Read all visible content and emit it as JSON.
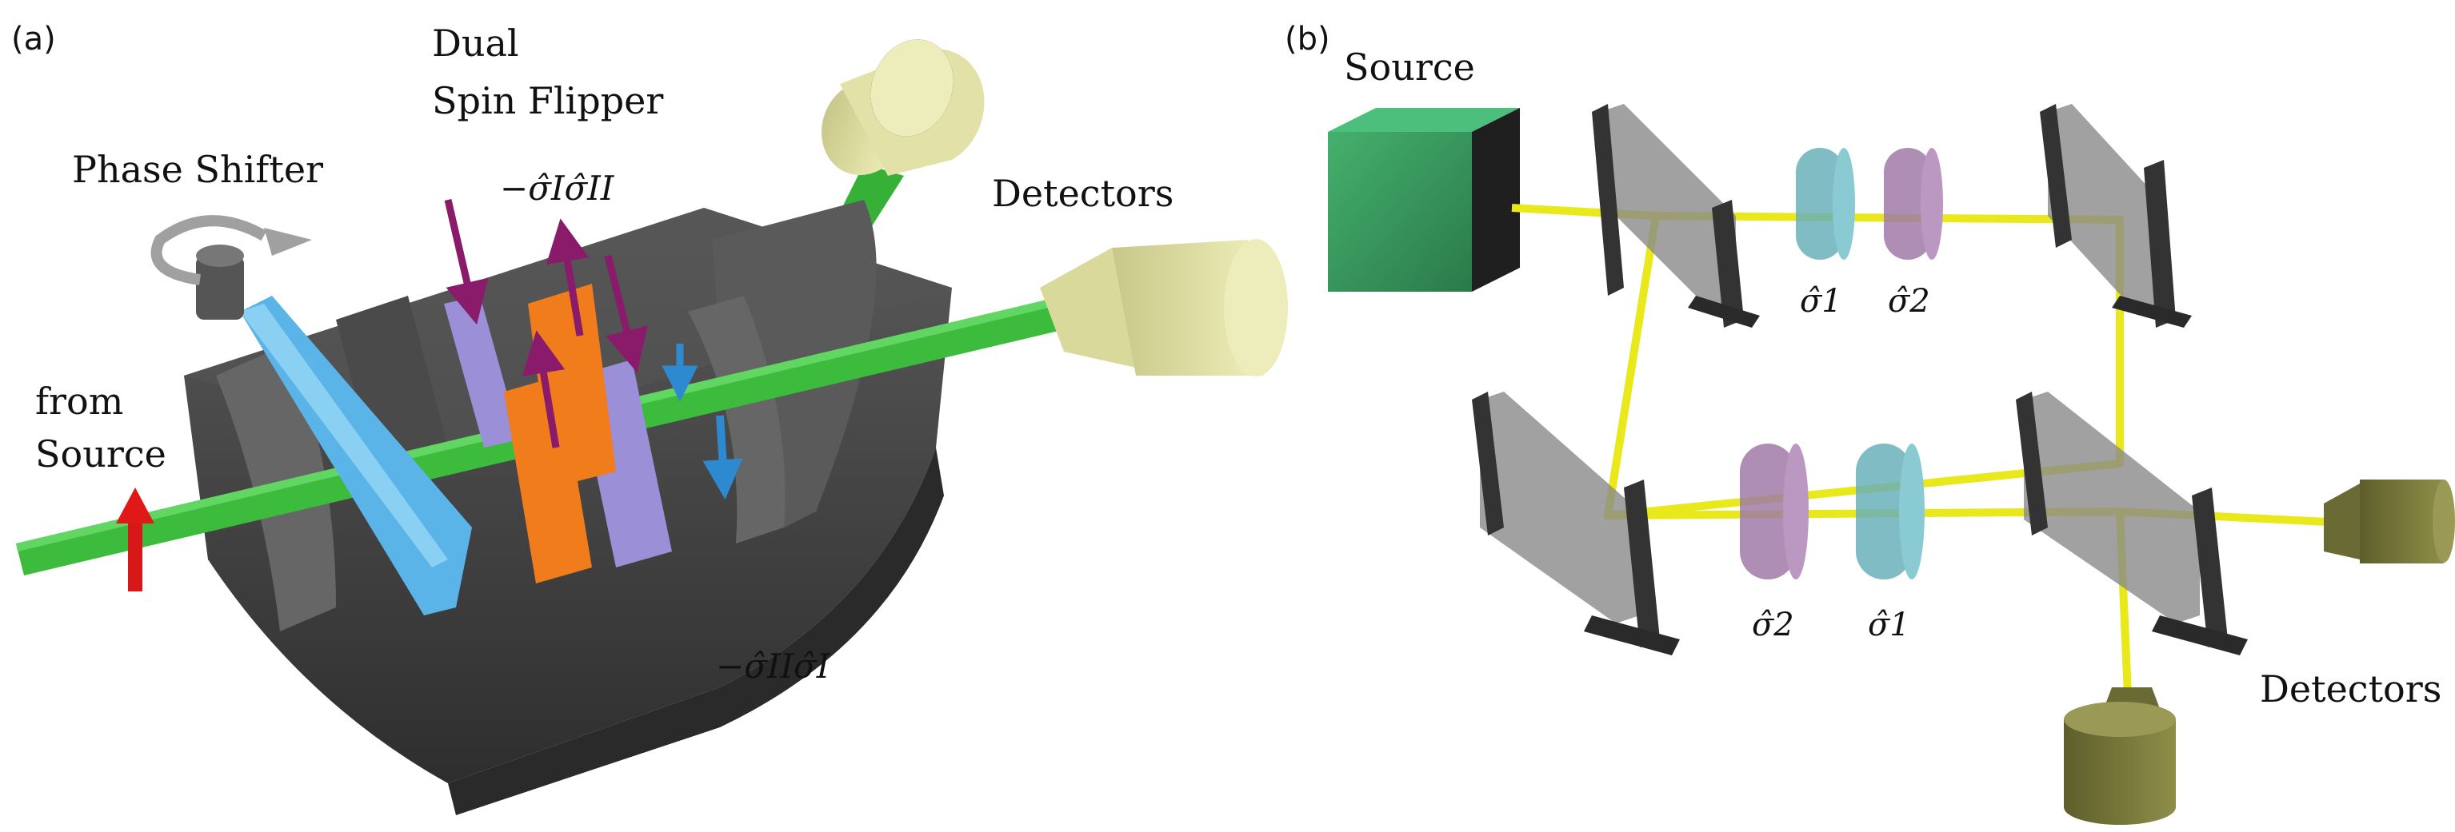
{
  "panel_a": {
    "tag": "(a)",
    "labels": {
      "dual_line1": "Dual",
      "dual_line2": "Spin Flipper",
      "phase_shifter": "Phase Shifter",
      "detectors": "Detectors",
      "from": "from",
      "source": "Source",
      "op_top": "−σ̂Iσ̂II",
      "op_bottom": "−σ̂IIσ̂I"
    },
    "colors": {
      "beam": "#3dbb3d",
      "housing": "#4a4a4a",
      "blade": "#5a5a5a",
      "phase_plate": "#5ab4e8",
      "flipper_purple": "#9b8fd8",
      "flipper_orange": "#f07c1c",
      "arrow_magenta": "#8a1a6a",
      "arrow_blue": "#2d8ad0",
      "arrow_red": "#e01818",
      "detector": "#dedd9e"
    }
  },
  "panel_b": {
    "tag": "(b)",
    "labels": {
      "source": "Source",
      "detectors": "Detectors",
      "s1_top": "σ̂1",
      "s2_top": "σ̂2",
      "s2_bottom": "σ̂2",
      "s1_bottom": "σ̂1"
    },
    "colors": {
      "source_box": "#3a9a5e",
      "beam": "#e8e81a",
      "mirror_frame": "#3a3a3a",
      "mirror_glass": "#8a8a8a",
      "op_teal": "#6ab0b8",
      "op_violet": "#a07aa8",
      "detector": "#7a7a3c"
    }
  }
}
